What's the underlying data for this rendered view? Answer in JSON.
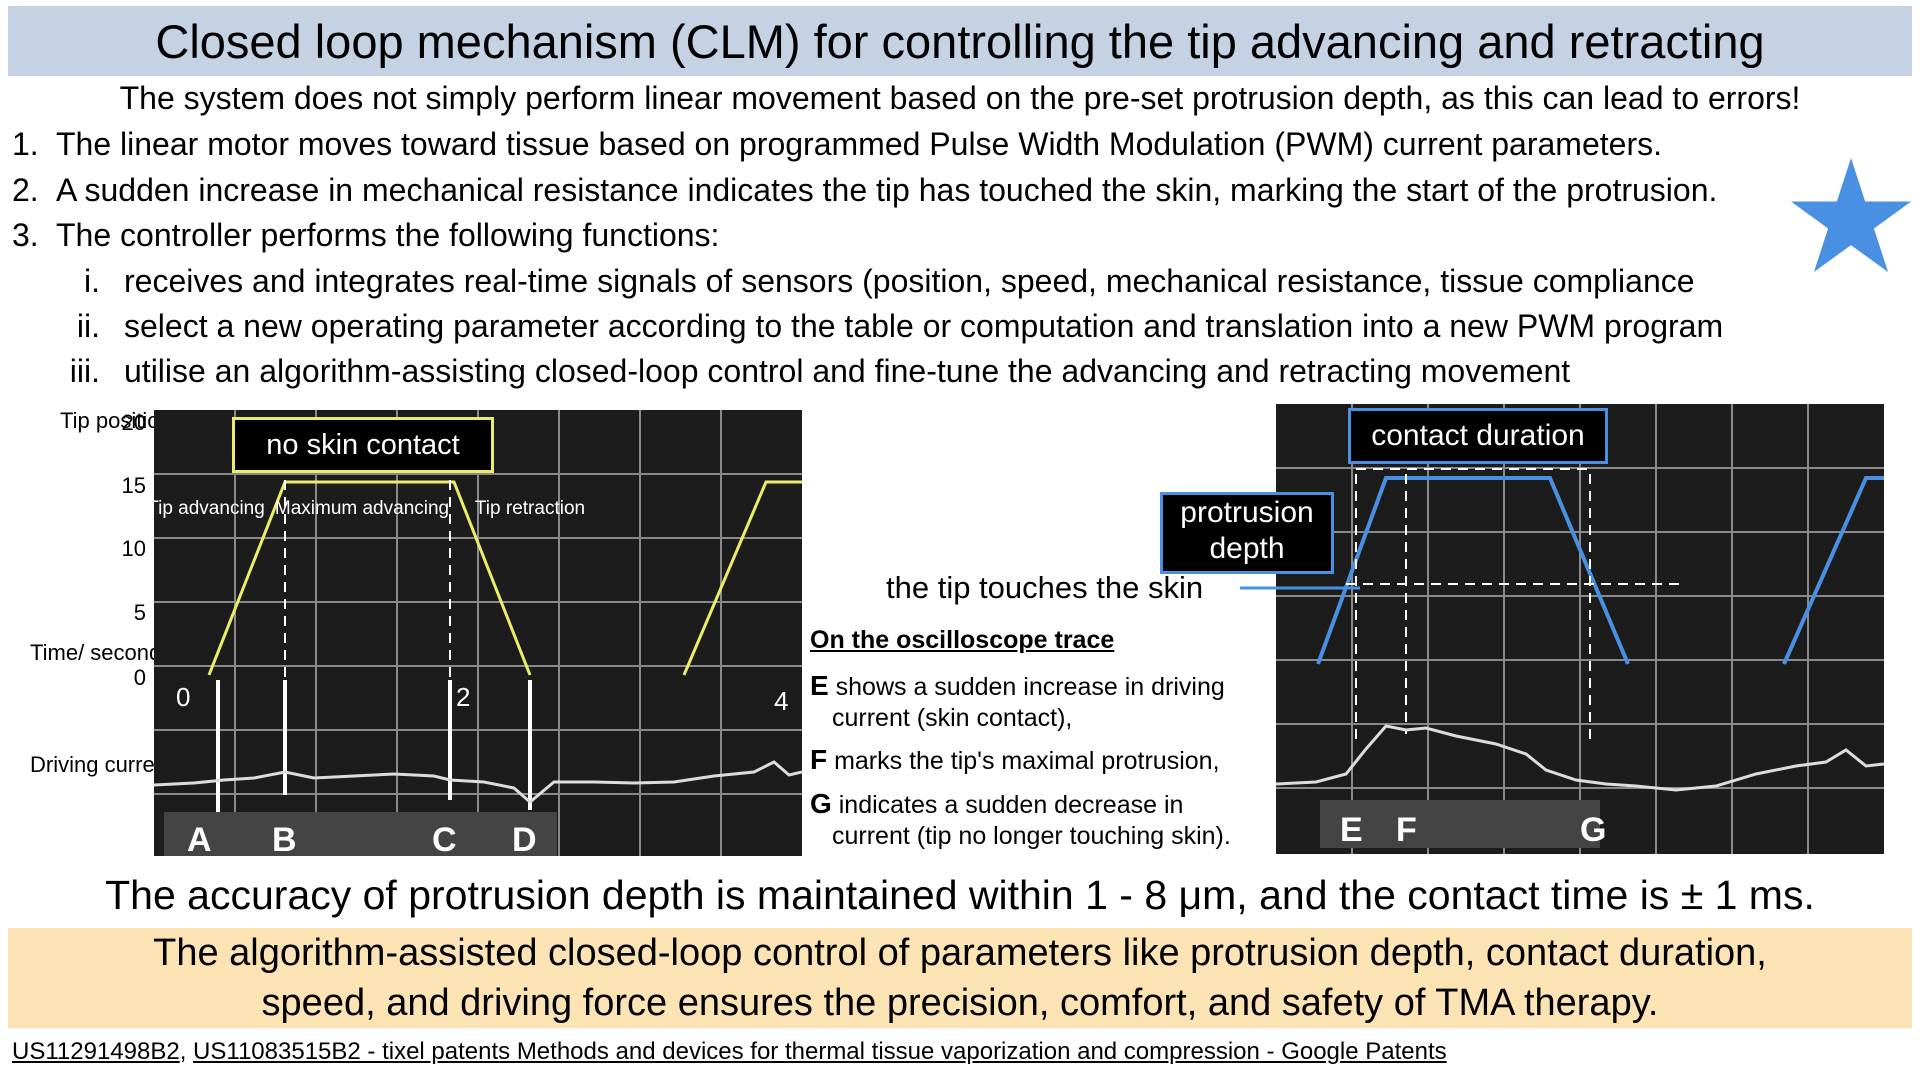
{
  "title": "Closed loop mechanism (CLM) for controlling the tip advancing and retracting",
  "intro": "The system does not simply perform linear movement based on the pre-set protrusion depth, as this can lead to errors!",
  "steps": [
    {
      "num": "1.",
      "text": "The linear motor moves toward tissue based on programmed Pulse Width Modulation (PWM) current parameters."
    },
    {
      "num": "2.",
      "text": "A sudden increase in mechanical resistance indicates the tip has touched the skin, marking the start of the protrusion."
    },
    {
      "num": "3.",
      "text": "The controller performs the following functions:"
    }
  ],
  "substeps": [
    {
      "num": "i.",
      "text": "receives and integrates real-time signals of sensors (position, speed, mechanical resistance, tissue compliance"
    },
    {
      "num": "ii.",
      "text": "select a new operating parameter according to the table or computation and translation into a new PWM program"
    },
    {
      "num": "iii.",
      "text": "utilise an algorithm-assisting closed-loop control and fine-tune the advancing and retracting movement"
    }
  ],
  "left_graph": {
    "y_axis_label": "Tip position /mm",
    "y_ticks": [
      "20",
      "15",
      "10",
      "5",
      "0"
    ],
    "time_label": "Time/ second",
    "time_ticks": [
      "0",
      "2",
      "4"
    ],
    "current_label": "Driving current/ A",
    "callout": "no skin contact",
    "phases": [
      "Tip advancing",
      "Maximum advancing",
      "Tip retraction"
    ],
    "markers": [
      "A",
      "B",
      "C",
      "D"
    ],
    "trace_color": "#ecec6c"
  },
  "right_graph": {
    "callout_duration": "contact duration",
    "callout_depth": "protrusion depth",
    "touch_label": "the tip touches the skin",
    "markers": [
      "E",
      "F",
      "G"
    ],
    "trace_color": "#4a90e2"
  },
  "trace_caption": {
    "heading": "On the oscilloscope trace",
    "items": [
      {
        "letter": "E",
        "line1": "shows a sudden increase in driving",
        "line2": "current (skin contact),"
      },
      {
        "letter": "F",
        "line1": "marks the tip's maximal protrusion,",
        "line2": ""
      },
      {
        "letter": "G",
        "line1": "indicates a sudden decrease in",
        "line2": "current (tip no longer touching skin)."
      }
    ]
  },
  "accuracy": "The accuracy of protrusion depth is maintained within 1 - 8 μm, and the contact time is ± 1 ms.",
  "conclusion": {
    "line1": "The algorithm-assisted closed-loop control of parameters like protrusion depth, contact duration,",
    "line2": "speed, and driving force ensures the precision, comfort, and safety of TMA therapy."
  },
  "references": {
    "link1": "US11291498B2",
    "separator": ", ",
    "link2": "US11083515B2 - tixel patents Methods and devices for thermal tissue vaporization and compression - Google Patents"
  },
  "colors": {
    "title_bg": "#c5d2e4",
    "conclusion_bg": "#fbe3b3",
    "star": "#4a90e2",
    "scope_bg": "#1c1c1c"
  }
}
